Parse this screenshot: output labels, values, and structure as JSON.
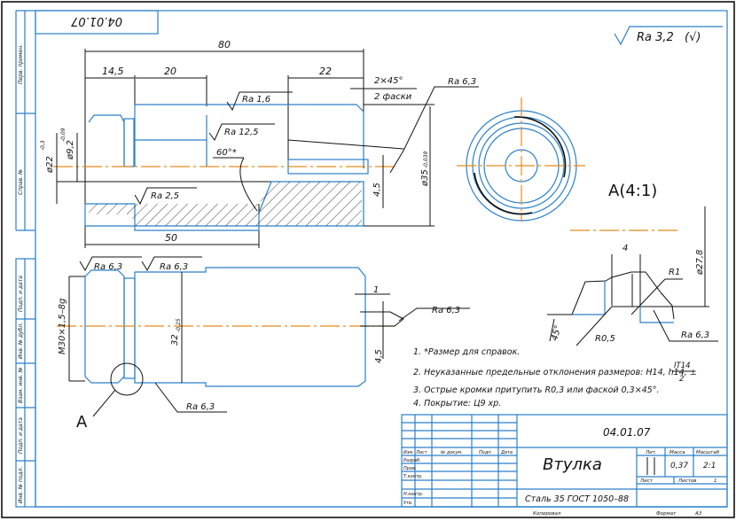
{
  "drawing": {
    "stamp_code_rotated": "04.01.07",
    "roughness_general": "Ra 3,2",
    "roughness_general_suffix": "(√)",
    "side_labels": [
      "Перв. примен.",
      "Справ. №",
      "Подп. и дата",
      "Инв. № дубл.",
      "Взам. инв. №",
      "Подп. и дата",
      "Инв. № подл."
    ]
  },
  "main_view": {
    "dims": {
      "overall_length": "80",
      "len_14_5": "14,5",
      "len_20": "20",
      "len_22": "22",
      "len_50": "50",
      "chamfer": "2×45°",
      "chamfer_note": "2 фаски",
      "dia_22": "ø22",
      "dia_22_tol": "-0,3",
      "dia_9_2": "ø9,2",
      "dia_9_2_tol": "-0,09",
      "dia_35": "ø35",
      "dia_35_tol": "-0,039",
      "angle_60": "60°*",
      "dim_4_5": "4,5"
    },
    "roughness": [
      "Ra 1,6",
      "Ra 12,5",
      "Ra 2,5",
      "Ra 6,3"
    ]
  },
  "lower_view": {
    "thread": "M30×1,5–8g",
    "dia_32": "32",
    "dia_32_tol": "-0,25",
    "dim_1": "1",
    "dim_4_5": "4,5",
    "roughness": [
      "Ra 6,3",
      "Ra 6,3",
      "Ra 6,3",
      "Ra 6,3"
    ],
    "detail_ref": "A"
  },
  "detail_view": {
    "title": "A(4:1)",
    "dim_4": "4",
    "r1": "R1",
    "r05": "R0,5",
    "dia": "ø27,8",
    "angle": "45°",
    "roughness": "Ra 6,3"
  },
  "notes": [
    "1. *Размер для справок.",
    "2. Неуказанные предельные отклонения размеров: H14, h14, ±",
    "3. Острые кромки притупить R0,3 или фаской 0,3×45°.",
    "4. Покрытие: Ц9 хр."
  ],
  "note2_fraction": {
    "num": "IT14",
    "den": "2"
  },
  "title_block": {
    "code": "04.01.07",
    "name": "Втулка",
    "material": "Сталь 35 ГОСТ 1050–88",
    "headers": {
      "izm": "Изм.",
      "list": "Лист",
      "doc": "№ докум.",
      "sign": "Подп.",
      "date": "Дата"
    },
    "roles": [
      "Разраб.",
      "Пров.",
      "Т.контр.",
      "",
      "Н.контр.",
      "Утв."
    ],
    "lit_label": "Лит.",
    "mass_label": "Масса",
    "scale_label": "Масштаб",
    "mass": "0,37",
    "scale": "2:1",
    "sheet_label": "Лист",
    "sheets_label": "Листов",
    "sheets": "1",
    "copied": "Копировал",
    "format_label": "Формат",
    "format": "A3"
  }
}
